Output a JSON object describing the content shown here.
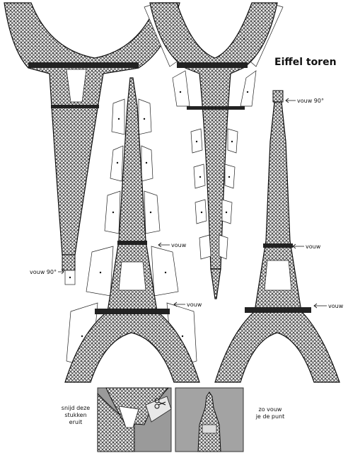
{
  "title": "Eiffel toren",
  "labels": {
    "fold_90_top": "vouw 90°",
    "fold_90_left": "vouw 90°",
    "fold_mid_1": "vouw",
    "fold_mid_2": "vouw",
    "fold_right_1": "vouw",
    "fold_right_2": "vouw"
  },
  "instructions": {
    "cut_line1": "snijd deze",
    "cut_line2": "stukken",
    "cut_line3": "eruit",
    "tip_line1": "zo vouw",
    "tip_line2": "je de punt"
  },
  "icons": [
    "scissors-icon"
  ]
}
